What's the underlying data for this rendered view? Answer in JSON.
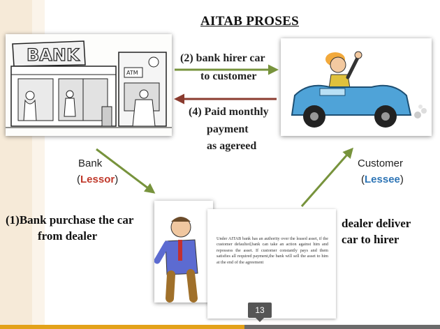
{
  "title": "AITAB PROSES",
  "bank_sign": "BANK",
  "atm_sign": "ATM",
  "arrows": {
    "top_label_line1": "(2) bank hirer car",
    "top_label_line2": "to customer",
    "bottom_label_line1": "(4) Paid monthly",
    "bottom_label_line2": "payment",
    "bottom_label_line3": "as agereed"
  },
  "roles": {
    "bank_label": "Bank",
    "lessor_open": "(",
    "lessor": "Lessor",
    "lessor_close": ")",
    "customer_label": "Customer",
    "lessee_open": "(",
    "lessee": "Lessee",
    "lessee_close": ")"
  },
  "steps": {
    "step1_line1": "(1)Bank purchase the car",
    "step1_line2": "from dealer",
    "step3_prefix": ")",
    "step3_line1": "dealer deliver",
    "step3_line2": "car to hirer"
  },
  "note": {
    "text": "Under AITAB bank has an authority over the leased asset, if the customer defaulted,bank can take an action against him and repossess the asset. If customer constantly pays and them satisfies all required payment,the bank will sell the asset to him at the end of the agreement"
  },
  "slide_number": "13",
  "colors": {
    "lessor": "#c0392b",
    "lessee": "#2e75b6",
    "arrow": "#77933c",
    "accent": "#e3a21a"
  }
}
